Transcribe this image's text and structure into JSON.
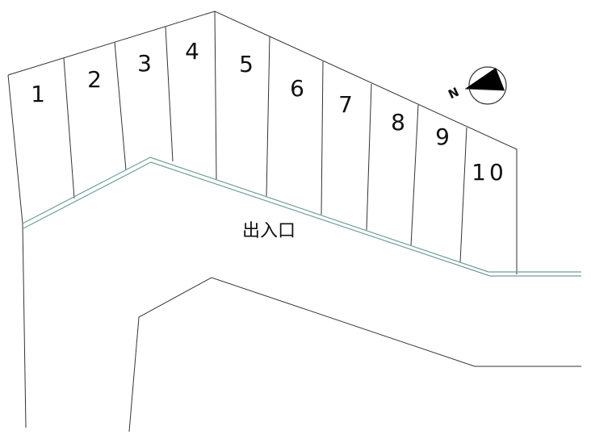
{
  "lots": [
    {
      "number": "1"
    },
    {
      "number": "2"
    },
    {
      "number": "3"
    },
    {
      "number": "4"
    },
    {
      "number": "5"
    },
    {
      "number": "6"
    },
    {
      "number": "7"
    },
    {
      "number": "8"
    },
    {
      "number": "9"
    },
    {
      "number": "10"
    }
  ],
  "entrance": {
    "label": "出入口"
  },
  "compass": {
    "letter": "N"
  },
  "colors": {
    "line": "#333333",
    "road_edge": "#6f9e9a",
    "compass_fill": "#000000"
  }
}
